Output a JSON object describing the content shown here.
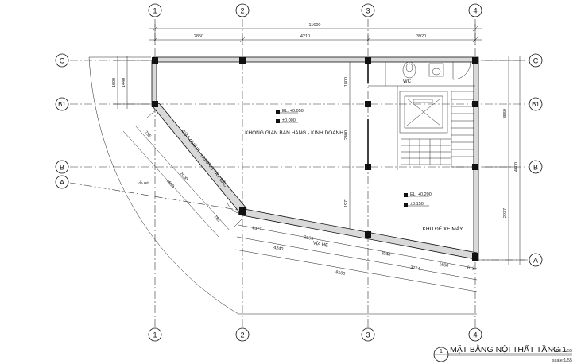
{
  "grid_axes": {
    "vertical": [
      "1",
      "2",
      "3",
      "4"
    ],
    "horizontal": [
      "C",
      "B1",
      "B",
      "A"
    ]
  },
  "dimensions": {
    "overall_top": "11600",
    "top_spans": [
      "2850",
      "4210",
      "3920"
    ],
    "left_small": [
      "1600",
      "1440"
    ],
    "mid_vertical": [
      "1800",
      "2400",
      "1971"
    ],
    "right_vertical": [
      "3550",
      "4600",
      "2937"
    ],
    "diagonal": [
      "785",
      "2000",
      "4600",
      "785"
    ],
    "bottom_inner": [
      "1377",
      "2100",
      "4240",
      "2040",
      "1600",
      "3774",
      "613",
      "8100"
    ]
  },
  "room_labels": {
    "sales_area": "KHÔNG GIAN BÁN HÀNG - KINH DOANH",
    "parking": "KHU ĐỂ XE MÁY",
    "sidewalk_main": "VỈA HÈ",
    "sidewalk_side": "VỈA HÈ",
    "entrance": "CỬA CHÍNH - HƯỚNG TÂY BẮC",
    "wc": "WC"
  },
  "levels": {
    "sales_1": "EL. +0.050",
    "sales_2": "±0.000",
    "parking_1": "EL. +0.200",
    "parking_2": "±0.150"
  },
  "title_block": {
    "number": "1",
    "title": "MẶT BẰNG NỘI THẤT TẦNG 1",
    "scale_label_vn": "TỈ LỆ: 1/55",
    "scale_label_en": "scale:1/55"
  }
}
